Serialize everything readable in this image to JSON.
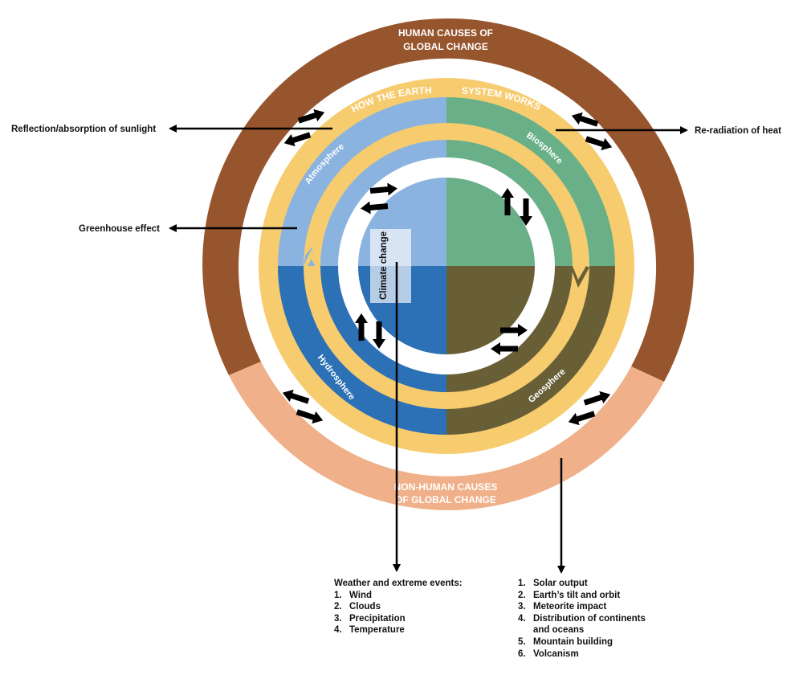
{
  "outer_rings": {
    "human": {
      "line1": "HUMAN CAUSES OF",
      "line2": "GLOBAL CHANGE"
    },
    "non_human": {
      "line1": "NON-HUMAN CAUSES",
      "line2": "OF GLOBAL CHANGE"
    }
  },
  "earth_system": {
    "title_left": "HOW THE EARTH",
    "title_right": "SYSTEM WORKS",
    "spheres": {
      "atmosphere": "Atmosphere",
      "biosphere": "Biosphere",
      "hydrosphere": "Hydrosphere",
      "geosphere": "Geosphere"
    },
    "center_label": "Climate change"
  },
  "callouts": {
    "reflection": "Reflection/absorption of sunlight",
    "greenhouse": "Greenhouse effect",
    "reradiation": "Re-radiation of heat"
  },
  "weather_list": {
    "heading": "Weather and extreme events:",
    "items": [
      {
        "num": "1.",
        "text": "Wind"
      },
      {
        "num": "2.",
        "text": "Clouds"
      },
      {
        "num": "3.",
        "text": "Precipitation"
      },
      {
        "num": "4.",
        "text": "Temperature"
      }
    ]
  },
  "nonhuman_list": {
    "items": [
      {
        "num": "1.",
        "text": "Solar output"
      },
      {
        "num": "2.",
        "text": "Earth’s tilt and orbit"
      },
      {
        "num": "3.",
        "text": "Meteorite impact"
      },
      {
        "num": "4.",
        "text": "Distribution of continents"
      },
      {
        "num": "",
        "text": "and oceans"
      },
      {
        "num": "5.",
        "text": "Mountain building"
      },
      {
        "num": "6.",
        "text": "Volcanism"
      }
    ]
  },
  "colors": {
    "human_ring": "#97552d",
    "non_human_ring": "#efb08a",
    "yellow_band": "#f6cc6f",
    "atmosphere": "#8ab3e0",
    "biosphere": "#69b088",
    "hydrosphere": "#2c70b5",
    "geosphere": "#695f37",
    "arrow": "#000000"
  }
}
